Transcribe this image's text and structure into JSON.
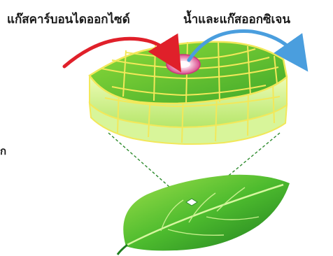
{
  "labels": {
    "co2": "แก๊สคาร์บอนไดออกไซด์",
    "water_oxygen": "น้ำและแก๊สออกซิเจน",
    "stray": "ก"
  },
  "colors": {
    "co2_arrow": "#e0202a",
    "out_arrow": "#4a9ede",
    "leaf_tissue_top": "#5cbf2a",
    "leaf_tissue_side": "#c8f06a",
    "cell_wall": "#f2e85a",
    "stomata": "#e86aa0",
    "leaf": "#3fae2a",
    "guide_lines": "#2e8b2e"
  },
  "icons": {
    "co2_arrow": "red-curved-arrow",
    "out_arrow": "blue-curved-arrow",
    "stomata": "stomata-pore-icon"
  }
}
